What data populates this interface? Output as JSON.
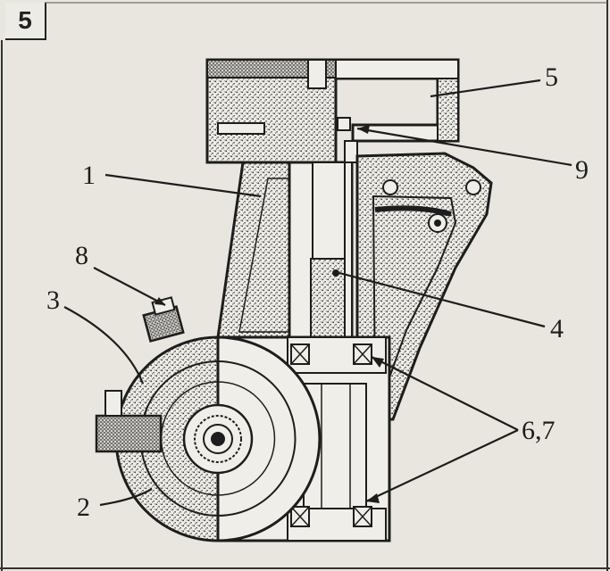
{
  "figure": {
    "number": "5"
  },
  "colors": {
    "ink": "#1d1d1d",
    "paper": "#ecebe6",
    "stipple": "#4a4a4a"
  },
  "callouts": [
    {
      "id": "c1",
      "label": "1"
    },
    {
      "id": "c2",
      "label": "2"
    },
    {
      "id": "c3",
      "label": "3"
    },
    {
      "id": "c4",
      "label": "4"
    },
    {
      "id": "c5",
      "label": "5"
    },
    {
      "id": "c67",
      "label": "6,7"
    },
    {
      "id": "c8",
      "label": "8"
    },
    {
      "id": "c9",
      "label": "9"
    }
  ]
}
